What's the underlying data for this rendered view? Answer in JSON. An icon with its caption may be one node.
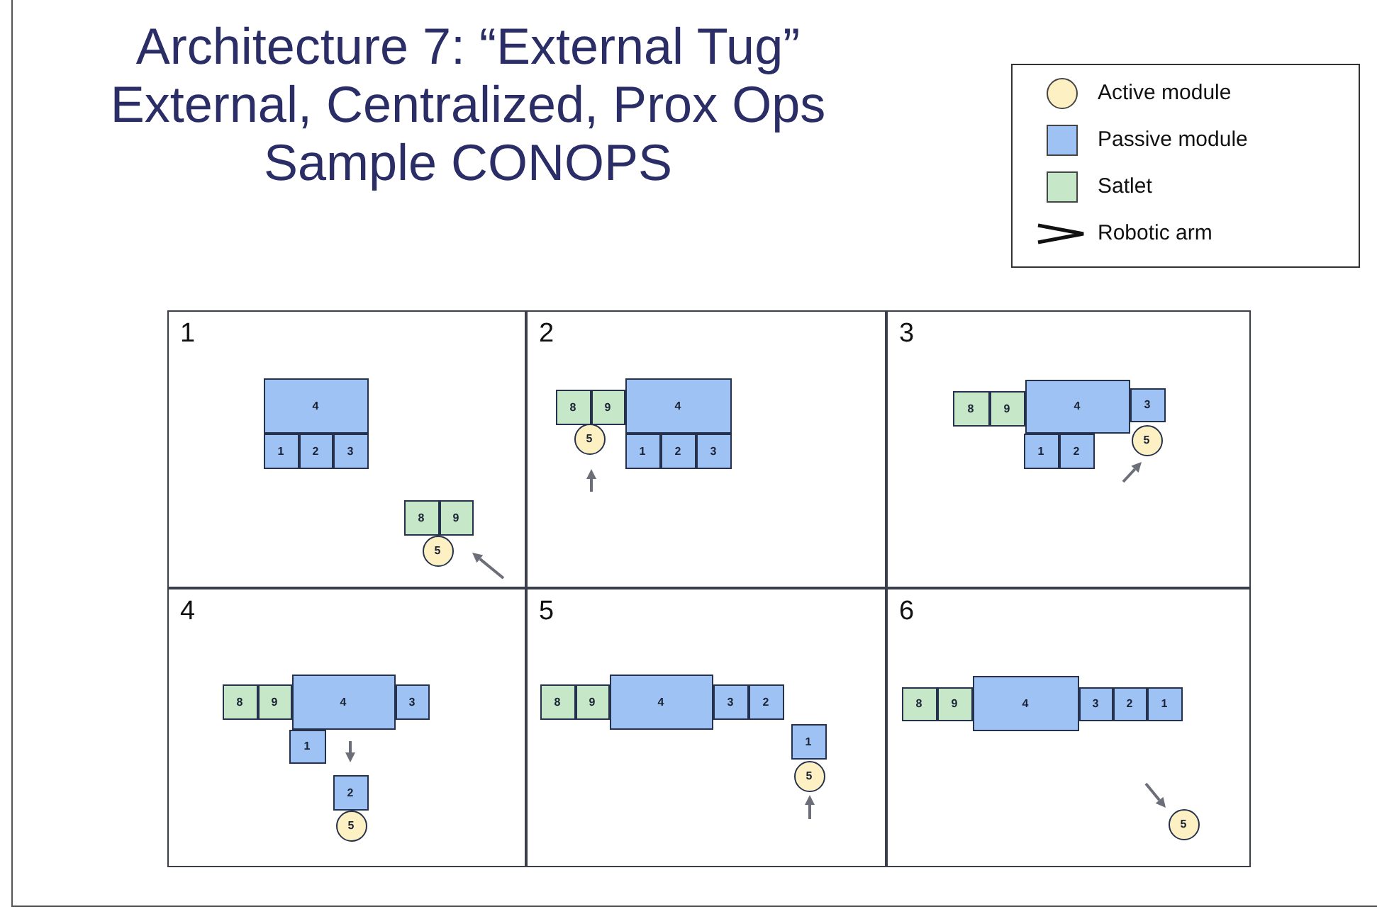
{
  "diagram": {
    "title": "Architecture 7: “External Tug” External, Centralized, Prox Ops Sample CONOPS",
    "nodes": [
      {
        "text": [
          "1"
        ]
      },
      {
        "text": [
          "4"
        ],
        "in": 0
      },
      {
        "text": [
          "1"
        ],
        "in": 0
      },
      {
        "text": [
          "2"
        ],
        "in": 0
      },
      {
        "text": [
          "3"
        ],
        "in": 0
      },
      {
        "text": [
          "8"
        ],
        "in": 0
      },
      {
        "text": [
          "9"
        ],
        "in": 0
      },
      {
        "text": [
          "5"
        ],
        "in": 0
      },
      {
        "text": [
          "2"
        ]
      },
      {
        "text": [
          "8"
        ],
        "in": 8
      },
      {
        "text": [
          "9"
        ],
        "in": 8
      },
      {
        "text": [
          "4"
        ],
        "in": 8
      },
      {
        "text": [
          "1"
        ],
        "in": 8
      },
      {
        "text": [
          "2"
        ],
        "in": 8
      },
      {
        "text": [
          "3"
        ],
        "in": 8
      },
      {
        "text": [
          "5"
        ],
        "in": 8
      },
      {
        "text": [
          "3"
        ]
      },
      {
        "text": [
          "8"
        ],
        "in": 16
      },
      {
        "text": [
          "9"
        ],
        "in": 16
      },
      {
        "text": [
          "4"
        ],
        "in": 16
      },
      {
        "text": [
          "3"
        ],
        "in": 16
      },
      {
        "text": [
          "1"
        ],
        "in": 16
      },
      {
        "text": [
          "2"
        ],
        "in": 16
      },
      {
        "text": [
          "5"
        ],
        "in": 16
      },
      {
        "text": [
          "4"
        ]
      },
      {
        "text": [
          "8"
        ],
        "in": 24
      },
      {
        "text": [
          "9"
        ],
        "in": 24
      },
      {
        "text": [
          "4"
        ],
        "in": 24
      },
      {
        "text": [
          "3"
        ],
        "in": 24
      },
      {
        "text": [
          "1"
        ],
        "in": 24
      },
      {
        "text": [
          "2"
        ],
        "in": 24
      },
      {
        "text": [
          "5"
        ],
        "in": 24
      },
      {
        "text": [
          "5"
        ]
      },
      {
        "text": [
          "8"
        ],
        "in": 32
      },
      {
        "text": [
          "9"
        ],
        "in": 32
      },
      {
        "text": [
          "4"
        ],
        "in": 32
      },
      {
        "text": [
          "3"
        ],
        "in": 32
      },
      {
        "text": [
          "2"
        ],
        "in": 32
      },
      {
        "text": [
          "1"
        ],
        "in": 32
      },
      {
        "text": [
          "5"
        ],
        "in": 32
      },
      {
        "text": [
          "6"
        ]
      },
      {
        "text": [
          "8"
        ],
        "in": 40
      },
      {
        "text": [
          "9"
        ],
        "in": 40
      },
      {
        "text": [
          "4"
        ],
        "in": 40
      },
      {
        "text": [
          "3"
        ],
        "in": 40
      },
      {
        "text": [
          "2"
        ],
        "in": 40
      },
      {
        "text": [
          "1"
        ],
        "in": 40
      },
      {
        "text": [
          "5"
        ],
        "in": 40
      }
    ],
    "edges": [],
    "legend": [
      {
        "text": "Active module",
        "color": "#fdf0c2"
      },
      {
        "text": "Passive module",
        "color": "#9fc2f5"
      },
      {
        "text": "Satlet",
        "color": "#c6e8c8"
      },
      {
        "text": "Robotic arm"
      }
    ]
  }
}
